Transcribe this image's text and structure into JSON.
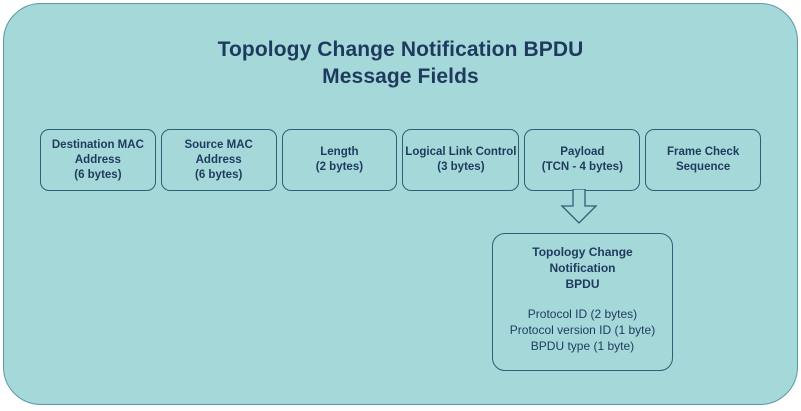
{
  "diagram": {
    "title_line1": "Topology Change Notification BPDU",
    "title_line2": "Message Fields",
    "colors": {
      "panel_fill": "#a5d8d8",
      "panel_border": "#5b96a8",
      "box_border": "#2f5e78",
      "text": "#1f3a5f",
      "page_background": "#ffffff"
    },
    "frame_fields": [
      {
        "name": "destination-mac-address",
        "line1": "Destination MAC",
        "line2": "Address",
        "line3": "(6 bytes)"
      },
      {
        "name": "source-mac-address",
        "line1": "Source MAC",
        "line2": "Address",
        "line3": "(6 bytes)"
      },
      {
        "name": "length",
        "line1": "Length",
        "line2": "(2 bytes)",
        "line3": ""
      },
      {
        "name": "logical-link-control",
        "line1": "Logical Link Control",
        "line2": "(3 bytes)",
        "line3": ""
      },
      {
        "name": "payload",
        "line1": "Payload",
        "line2": "(TCN - 4 bytes)",
        "line3": ""
      },
      {
        "name": "frame-check-sequence",
        "line1": "Frame Check",
        "line2": "Sequence",
        "line3": ""
      }
    ],
    "connector": {
      "icon": "down-arrow-icon",
      "from": "payload",
      "to": "tcn-bpdu-detail"
    },
    "detail": {
      "title_line1": "Topology Change Notification",
      "title_line2": "BPDU",
      "fields": [
        "Protocol ID (2 bytes)",
        "Protocol version ID (1 byte)",
        "BPDU type (1 byte)"
      ]
    }
  }
}
